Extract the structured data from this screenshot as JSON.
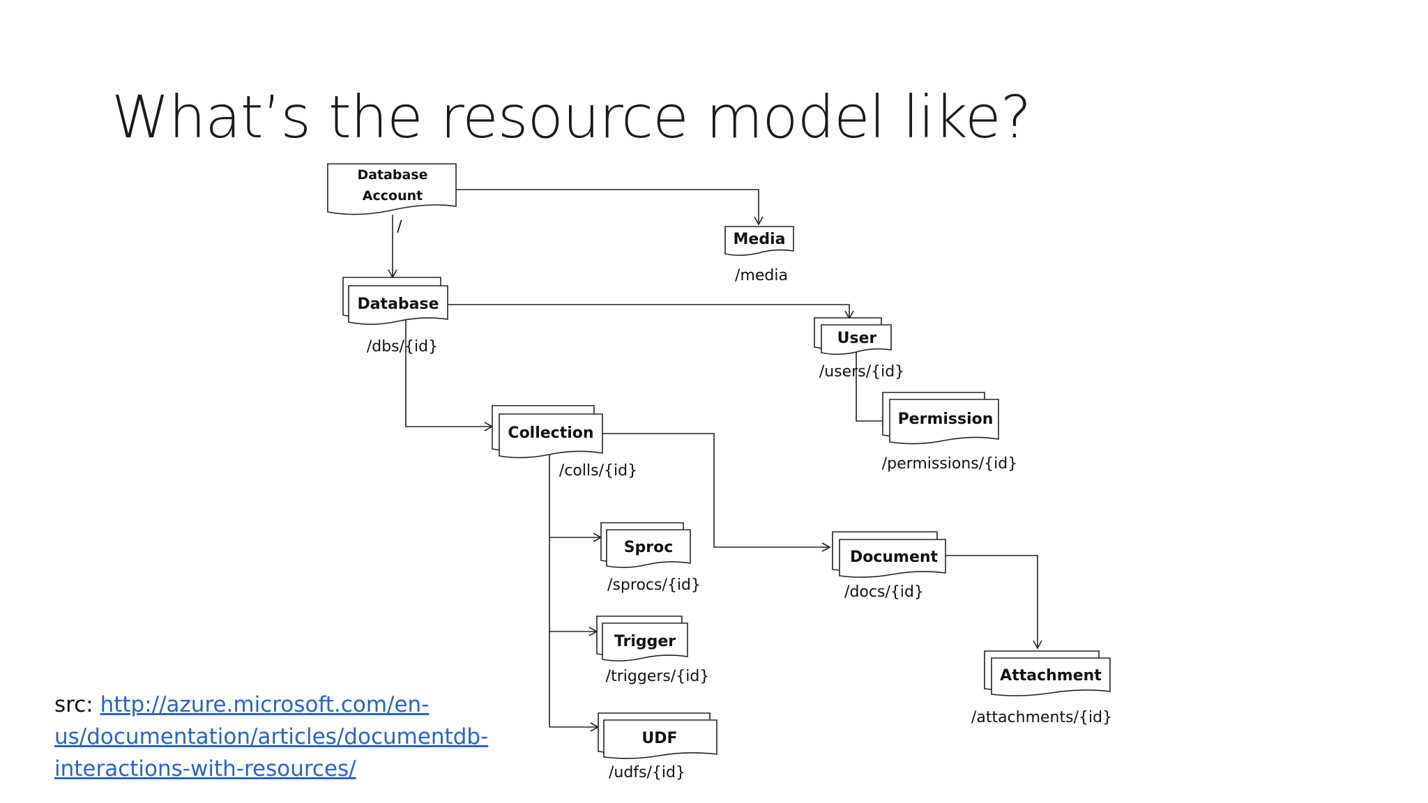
{
  "slide": {
    "title": "What’s the resource model like?"
  },
  "diagram": {
    "nodes": {
      "database_account": {
        "label_line1": "Database",
        "label_line2": "Account",
        "path": "/"
      },
      "media": {
        "label": "Media",
        "path": "/media"
      },
      "database": {
        "label": "Database",
        "path": "/dbs/{id}"
      },
      "user": {
        "label": "User",
        "path": "/users/{id}"
      },
      "permission": {
        "label": "Permission",
        "path": "/permissions/{id}"
      },
      "collection": {
        "label": "Collection",
        "path": "/colls/{id}"
      },
      "sproc": {
        "label": "Sproc",
        "path": "/sprocs/{id}"
      },
      "trigger": {
        "label": "Trigger",
        "path": "/triggers/{id}"
      },
      "udf": {
        "label": "UDF",
        "path": "/udfs/{id}"
      },
      "document": {
        "label": "Document",
        "path": "/docs/{id}"
      },
      "attachment": {
        "label": "Attachment",
        "path": "/attachments/{id}"
      }
    }
  },
  "source": {
    "prefix": "src: ",
    "link_text": "http://azure.microsoft.com/en-us/documentation/articles/documentdb-interactions-with-resources/"
  },
  "colors": {
    "link": "#2a62c9",
    "text": "#111111",
    "background": "#ffffff"
  }
}
